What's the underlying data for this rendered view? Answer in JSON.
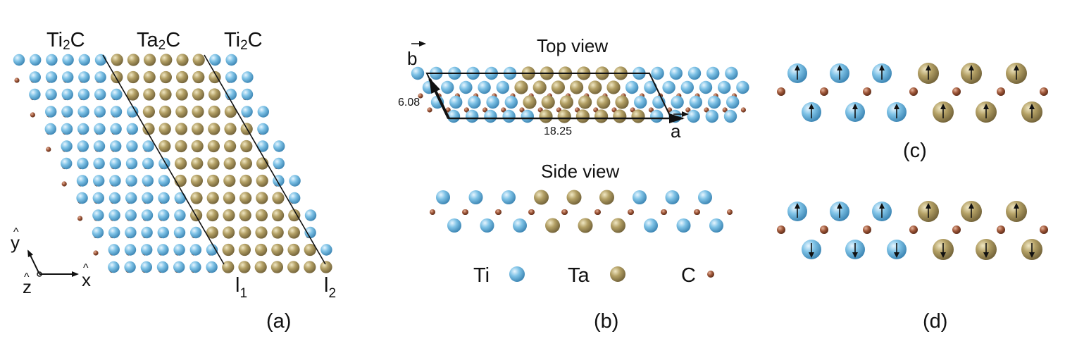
{
  "colors": {
    "ti": "#6cb4dc",
    "ta": "#a89459",
    "c": "#9a5438",
    "line": "#111111"
  },
  "legend": [
    {
      "label": "Ti",
      "element": "ti"
    },
    {
      "label": "Ta",
      "element": "ta"
    },
    {
      "label": "C",
      "element": "c"
    }
  ],
  "panel_a": {
    "caption": "(a)",
    "regions": [
      {
        "main": "Ti",
        "sub": "2",
        "tail": "C"
      },
      {
        "main": "Ta",
        "sub": "2",
        "tail": "C"
      },
      {
        "main": "Ti",
        "sub": "2",
        "tail": "C"
      }
    ],
    "interfaces": [
      {
        "main": "l",
        "sub": "1"
      },
      {
        "main": "l",
        "sub": "2"
      }
    ],
    "axes": {
      "y": "y",
      "x": "x",
      "z": "z",
      "hat": "^"
    }
  },
  "panel_b": {
    "caption": "(b)",
    "top_view": "Top view",
    "side_view": "Side view",
    "vector_a": "a",
    "vector_b": "b",
    "len_a": "18.25",
    "len_b": "6.08",
    "side_upper_row": [
      "ti",
      "ti",
      "ti",
      "ta",
      "ta",
      "ta",
      "ti",
      "ti",
      "ti"
    ],
    "side_lower_row": [
      "ti",
      "ti",
      "ti",
      "ta",
      "ta",
      "ta",
      "ti",
      "ti",
      "ti"
    ]
  },
  "panel_c": {
    "caption": "(c)",
    "upper": [
      {
        "element": "ti",
        "spin": "up"
      },
      {
        "element": "ti",
        "spin": "up"
      },
      {
        "element": "ti",
        "spin": "up"
      },
      {
        "element": "ta",
        "spin": "up"
      },
      {
        "element": "ta",
        "spin": "up"
      },
      {
        "element": "ta",
        "spin": "up"
      }
    ],
    "lower": [
      {
        "element": "ti",
        "spin": "up"
      },
      {
        "element": "ti",
        "spin": "up"
      },
      {
        "element": "ti",
        "spin": "up"
      },
      {
        "element": "ta",
        "spin": "up"
      },
      {
        "element": "ta",
        "spin": "up"
      },
      {
        "element": "ta",
        "spin": "up"
      }
    ]
  },
  "panel_d": {
    "caption": "(d)",
    "upper": [
      {
        "element": "ti",
        "spin": "up"
      },
      {
        "element": "ti",
        "spin": "up"
      },
      {
        "element": "ti",
        "spin": "up"
      },
      {
        "element": "ta",
        "spin": "up"
      },
      {
        "element": "ta",
        "spin": "up"
      },
      {
        "element": "ta",
        "spin": "up"
      }
    ],
    "lower": [
      {
        "element": "ti",
        "spin": "down"
      },
      {
        "element": "ti",
        "spin": "down"
      },
      {
        "element": "ti",
        "spin": "down"
      },
      {
        "element": "ta",
        "spin": "down"
      },
      {
        "element": "ta",
        "spin": "down"
      },
      {
        "element": "ta",
        "spin": "down"
      }
    ]
  }
}
